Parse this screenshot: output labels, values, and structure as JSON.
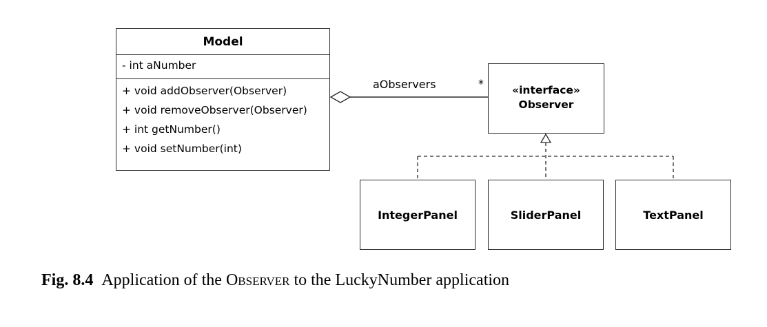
{
  "model": {
    "name": "Model",
    "attributes": [
      "- int aNumber"
    ],
    "operations": [
      "+ void addObserver(Observer)",
      "+ void removeObserver(Observer)",
      "+ int getNumber()",
      "+ void setNumber(int)"
    ]
  },
  "observer": {
    "stereotype": "«interface»",
    "name": "Observer"
  },
  "association": {
    "role": "aObservers",
    "multiplicity": "*"
  },
  "implementations": [
    "IntegerPanel",
    "SliderPanel",
    "TextPanel"
  ],
  "caption": {
    "label": "Fig. 8.4",
    "text_before": "Application of the ",
    "pattern_name": "Observer",
    "text_after": " to the LuckyNumber application"
  }
}
